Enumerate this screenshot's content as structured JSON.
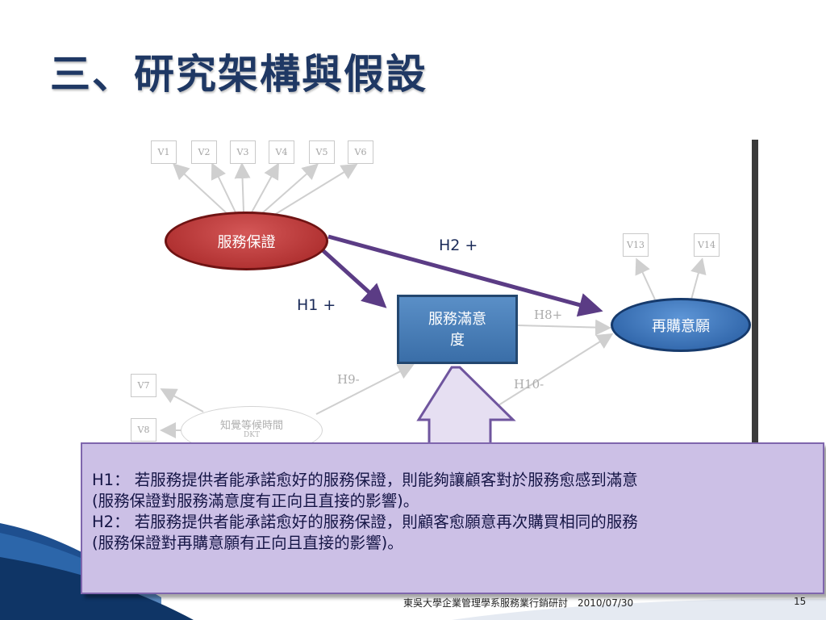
{
  "slide": {
    "title": "三、研究架構與假設",
    "footer": "東吳大學企業管理學系服務業行銷研討　2010/07/30",
    "page_number": "15"
  },
  "diagram": {
    "variables": [
      "V1",
      "V2",
      "V3",
      "V4",
      "V5",
      "V6",
      "V13",
      "V14",
      "V7",
      "V8"
    ],
    "constructs": {
      "service_assurance": "服務保證",
      "satisfaction_line1": "服務滿意",
      "satisfaction_line2": "度",
      "repurchase": "再購意願",
      "dkt_line1": "知覺等候時間",
      "dkt_line2": "DKT"
    },
    "hypotheses": {
      "h1": "H1 +",
      "h2": "H2 +",
      "h8": "H8+",
      "h9": "H9-",
      "h10": "H10-"
    }
  },
  "callout": {
    "h1_line": "H1： 若服務提供者能承諾愈好的服務保證，則能夠讓顧客對於服務愈感到滿意",
    "h1_note": "(服務保證對服務滿意度有正向且直接的影響)。",
    "h2_line": "H2： 若服務提供者能承諾愈好的服務保證，則顧客愈願意再次購買相同的服務",
    "h2_note": "(服務保證對再購意願有正向且直接的影響)。"
  },
  "colors": {
    "title": "#1f3864",
    "assurance": "#b33434",
    "satisfaction": "#4a7fbd",
    "repurchase": "#3b74be",
    "arrow_highlight": "#5b3c85",
    "callout_bg": "#ccc0e6"
  }
}
